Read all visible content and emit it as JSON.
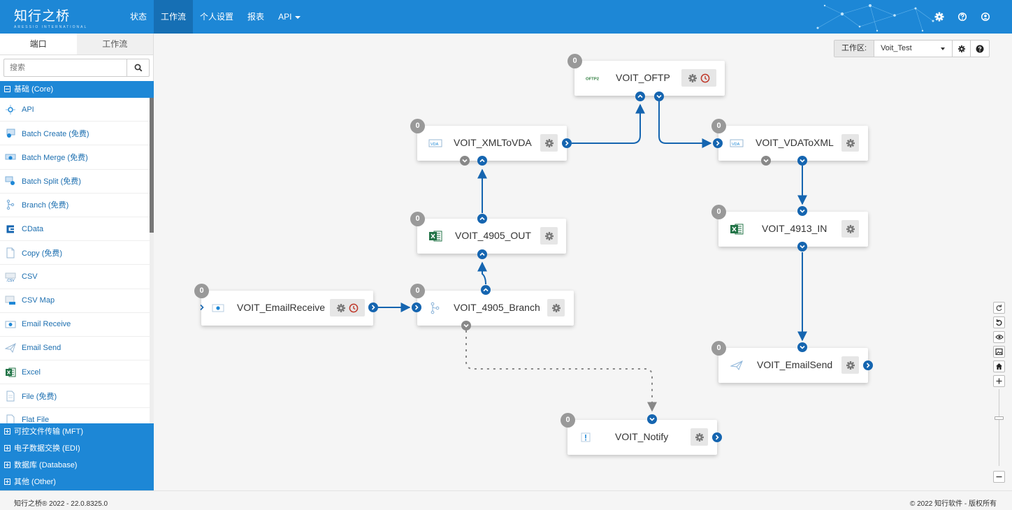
{
  "app": {
    "logo_text": "知行之桥",
    "logo_subtitle": "ARESSIO INTERNATIONAL",
    "nav": [
      {
        "label": "状态",
        "active": false
      },
      {
        "label": "工作流",
        "active": true
      },
      {
        "label": "个人设置",
        "active": false
      },
      {
        "label": "报表",
        "active": false
      },
      {
        "label": "API",
        "active": false,
        "dropdown": true
      }
    ],
    "top_icons": [
      "gear-icon",
      "help-icon",
      "user-icon"
    ],
    "accent_color": "#1d87d6",
    "port_color": "#1565b0"
  },
  "sidebar": {
    "tabs": [
      {
        "label": "端口",
        "active": true
      },
      {
        "label": "工作流",
        "active": false
      }
    ],
    "search_placeholder": "搜索",
    "core_category": "基础 (Core)",
    "items": [
      {
        "label": "API",
        "icon": "api-icon"
      },
      {
        "label": "Batch Create (免费)",
        "icon": "batch-create-icon"
      },
      {
        "label": "Batch Merge (免费)",
        "icon": "batch-merge-icon"
      },
      {
        "label": "Batch Split (免费)",
        "icon": "batch-split-icon"
      },
      {
        "label": "Branch (免费)",
        "icon": "branch-icon"
      },
      {
        "label": "CData",
        "icon": "cdata-icon"
      },
      {
        "label": "Copy (免费)",
        "icon": "copy-icon"
      },
      {
        "label": "CSV",
        "icon": "csv-icon"
      },
      {
        "label": "CSV Map",
        "icon": "csv-map-icon"
      },
      {
        "label": "Email Receive",
        "icon": "email-receive-icon"
      },
      {
        "label": "Email Send",
        "icon": "email-send-icon"
      },
      {
        "label": "Excel",
        "icon": "excel-icon"
      },
      {
        "label": "File (免费)",
        "icon": "file-icon"
      },
      {
        "label": "Flat File",
        "icon": "flat-file-icon"
      }
    ],
    "other_categories": [
      "可控文件传输 (MFT)",
      "电子数据交换 (EDI)",
      "数据库 (Database)",
      "其他 (Other)"
    ]
  },
  "workspace": {
    "label": "工作区:",
    "selected": "Voit_Test"
  },
  "nodes": [
    {
      "id": "oftp",
      "label": "VOIT_OFTP",
      "count": "0",
      "icon": "oftp-icon",
      "icon_text": "OFTP2"
    },
    {
      "id": "xmltovda",
      "label": "VOIT_XMLToVDA",
      "count": "0",
      "icon": "vda-icon",
      "icon_text": "VDA"
    },
    {
      "id": "vdatoxml",
      "label": "VOIT_VDAToXML",
      "count": "0",
      "icon": "vda-icon",
      "icon_text": "VDA"
    },
    {
      "id": "out4905",
      "label": "VOIT_4905_OUT",
      "count": "0",
      "icon": "excel-icon"
    },
    {
      "id": "in4913",
      "label": "VOIT_4913_IN",
      "count": "0",
      "icon": "excel-icon"
    },
    {
      "id": "emailreceive",
      "label": "VOIT_EmailReceive",
      "count": "0",
      "icon": "email-receive-icon"
    },
    {
      "id": "branch4905",
      "label": "VOIT_4905_Branch",
      "count": "0",
      "icon": "branch-icon"
    },
    {
      "id": "emailsend",
      "label": "VOIT_EmailSend",
      "count": "0",
      "icon": "email-send-icon"
    },
    {
      "id": "notify",
      "label": "VOIT_Notify",
      "count": "0",
      "icon": "notify-icon"
    }
  ],
  "footer": {
    "left": "知行之桥® 2022 - 22.0.8325.0",
    "right": "© 2022 知行软件 - 版权所有"
  }
}
